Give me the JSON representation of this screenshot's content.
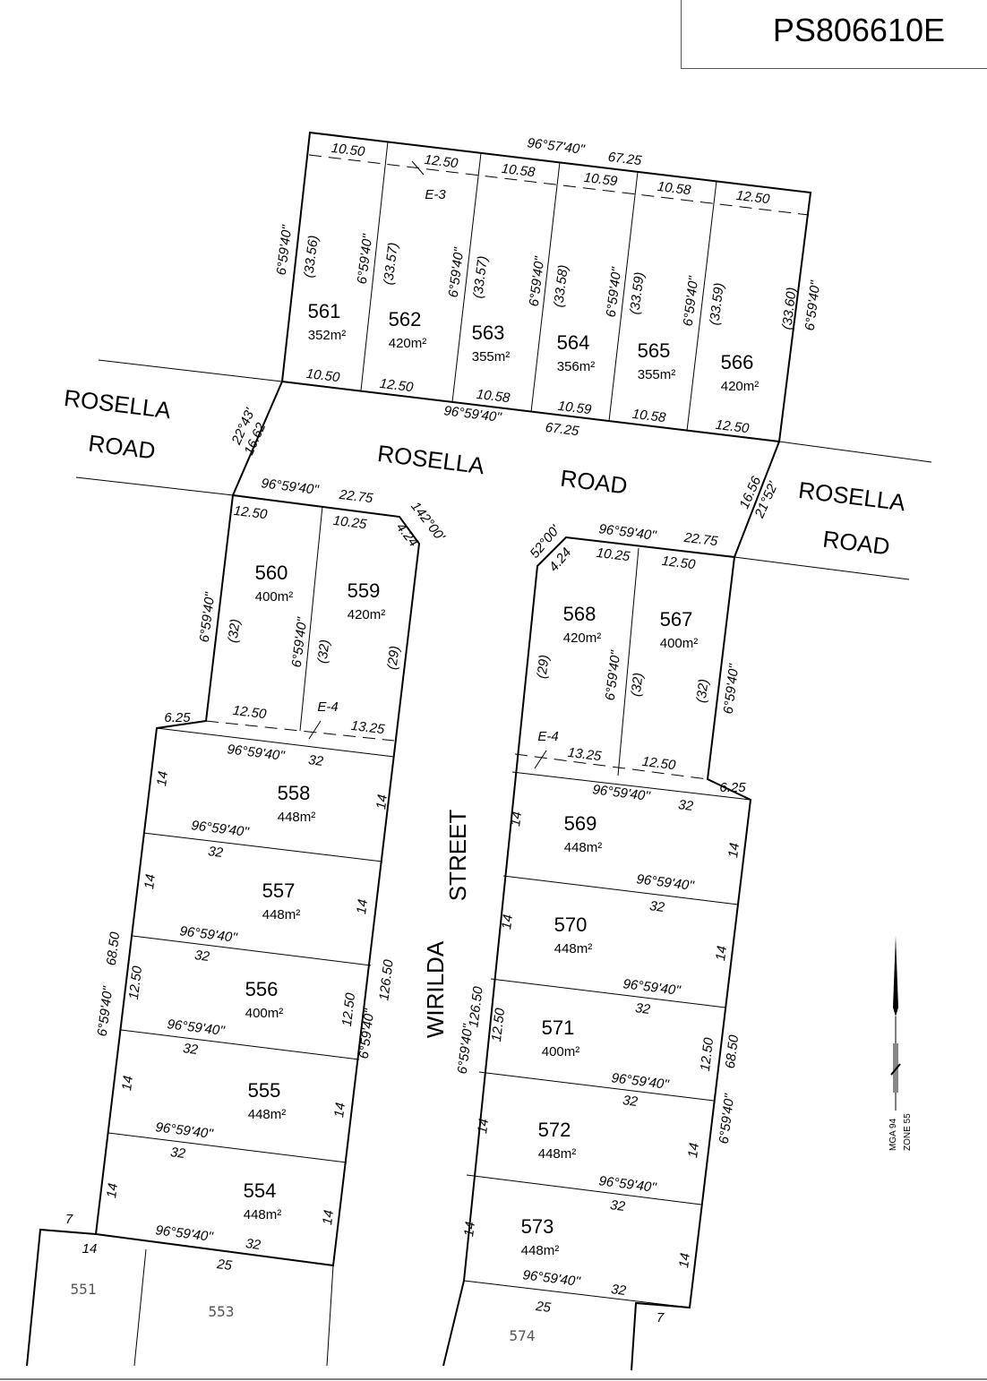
{
  "plan_number": "PS806610E",
  "north_arrow": {
    "datum": "MGA 94",
    "zone": "ZONE 55"
  },
  "lots": [
    {
      "number": "561",
      "area": "352m²"
    },
    {
      "number": "562",
      "area": "420m²"
    },
    {
      "number": "563",
      "area": "355m²"
    },
    {
      "number": "564",
      "area": "356m²"
    },
    {
      "number": "565",
      "area": "355m²"
    },
    {
      "number": "566",
      "area": "420m²"
    },
    {
      "number": "560",
      "area": "400m²"
    },
    {
      "number": "559",
      "area": "420m²"
    },
    {
      "number": "568",
      "area": "420m²"
    },
    {
      "number": "567",
      "area": "400m²"
    },
    {
      "number": "558",
      "area": "448m²"
    },
    {
      "number": "557",
      "area": "448m²"
    },
    {
      "number": "556",
      "area": "400m²"
    },
    {
      "number": "555",
      "area": "448m²"
    },
    {
      "number": "554",
      "area": "448m²"
    },
    {
      "number": "569",
      "area": "448m²"
    },
    {
      "number": "570",
      "area": "448m²"
    },
    {
      "number": "571",
      "area": "400m²"
    },
    {
      "number": "572",
      "area": "448m²"
    },
    {
      "number": "573",
      "area": "448m²"
    }
  ],
  "adjoining_lots": [
    "551",
    "553",
    "574"
  ],
  "road_labels": [
    "ROSELLA",
    "ROAD",
    "ROSELLA",
    "ROAD",
    "ROSELLA",
    "ROAD",
    "WIRILDA",
    "STREET"
  ],
  "dimensions": [
    "10.50",
    "12.50",
    "96°57'40\"",
    "67.25",
    "10.58",
    "10.59",
    "10.58",
    "12.50",
    "E-3",
    "6°59'40\"",
    "(33.56)",
    "6°59'40\"",
    "(33.57)",
    "6°59'40\"",
    "(33.57)",
    "6°59'40\"",
    "(33.58)",
    "6°59'40\"",
    "(33.59)",
    "6°59'40\"",
    "(33.59)",
    "(33.60)",
    "6°59'40\"",
    "10.50",
    "12.50",
    "10.58",
    "10.59",
    "10.58",
    "12.50",
    "96°59'40\"",
    "67.25",
    "22°43'",
    "16.62",
    "16.56",
    "21°52'",
    "96°59'40\"",
    "22.75",
    "12.50",
    "10.25",
    "142°00'",
    "4.24",
    "6°59'40\"",
    "(32)",
    "6°59'40\"",
    "(32)",
    "(29)",
    "6.25",
    "12.50",
    "E-4",
    "13.25",
    "96°59'40\"",
    "32",
    "14",
    "14",
    "96°59'40\"",
    "32",
    "14",
    "14",
    "96°59'40\"",
    "32",
    "68.50",
    "12.50",
    "6°59'40\"",
    "12.50",
    "6°59'40\"",
    "126.50",
    "96°59'40\"",
    "32",
    "14",
    "14",
    "96°59'40\"",
    "32",
    "14",
    "14",
    "7",
    "14",
    "96°59'40\"",
    "32",
    "25",
    "52°00'",
    "4.24",
    "96°59'40\"",
    "22.75",
    "10.25",
    "12.50",
    "(29)",
    "6°59'40\"",
    "(32)",
    "(32)",
    "6°59'40\"",
    "E-4",
    "13.25",
    "12.50",
    "6.25",
    "96°59'40\"",
    "32",
    "14",
    "14",
    "96°59'40\"",
    "32",
    "14",
    "14",
    "96°59'40\"",
    "32",
    "126.50",
    "12.50",
    "6°59'40\"",
    "12.50",
    "68.50",
    "6°59'40\"",
    "96°59'40\"",
    "32",
    "14",
    "14",
    "96°59'40\"",
    "32",
    "14",
    "14",
    "96°59'40\"",
    "32",
    "25",
    "7"
  ]
}
